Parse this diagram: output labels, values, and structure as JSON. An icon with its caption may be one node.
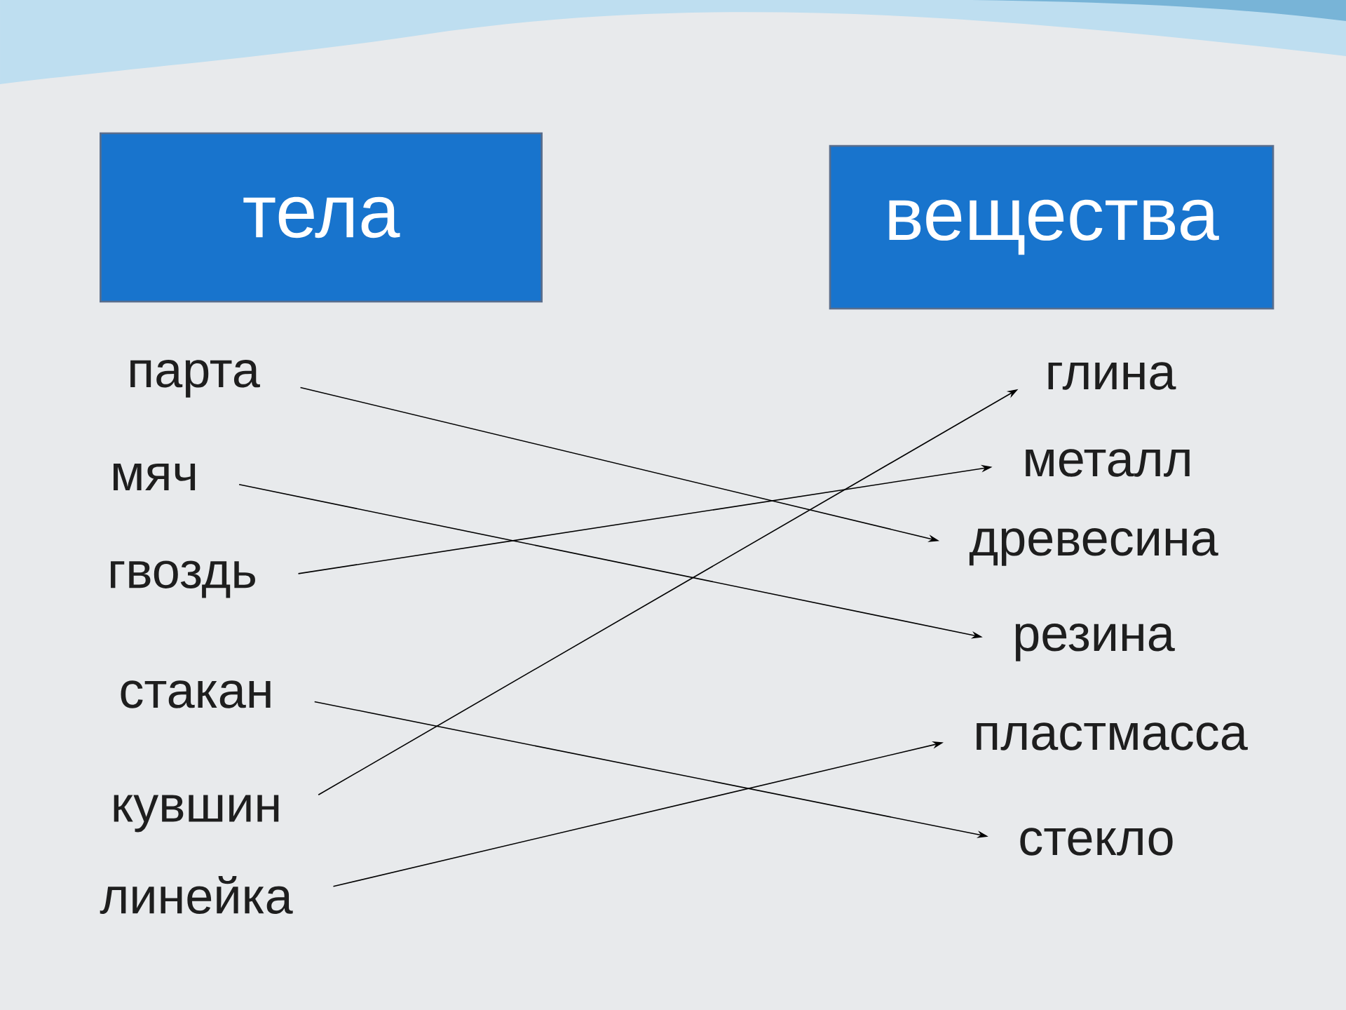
{
  "diagram": {
    "nodes": [
      {
        "text": [
          "тела"
        ]
      },
      {
        "text": [
          "вещества"
        ]
      },
      {
        "text": [
          "парта"
        ]
      },
      {
        "text": [
          "мяч"
        ]
      },
      {
        "text": [
          "гвоздь"
        ]
      },
      {
        "text": [
          "стакан"
        ]
      },
      {
        "text": [
          "кувшин"
        ]
      },
      {
        "text": [
          "линейка"
        ]
      },
      {
        "text": [
          "глина"
        ]
      },
      {
        "text": [
          "металл"
        ]
      },
      {
        "text": [
          "древесина"
        ]
      },
      {
        "text": [
          "резина"
        ]
      },
      {
        "text": [
          "пластмасса"
        ]
      },
      {
        "text": [
          "стекло"
        ]
      }
    ],
    "edges": [
      {
        "from": 2,
        "to": 10,
        "arrow": "to"
      },
      {
        "from": 3,
        "to": 11,
        "arrow": "to"
      },
      {
        "from": 4,
        "to": 9,
        "arrow": "to"
      },
      {
        "from": 5,
        "to": 13,
        "arrow": "to"
      },
      {
        "from": 6,
        "to": 8,
        "arrow": "to"
      },
      {
        "from": 7,
        "to": 12,
        "arrow": "to"
      }
    ]
  }
}
